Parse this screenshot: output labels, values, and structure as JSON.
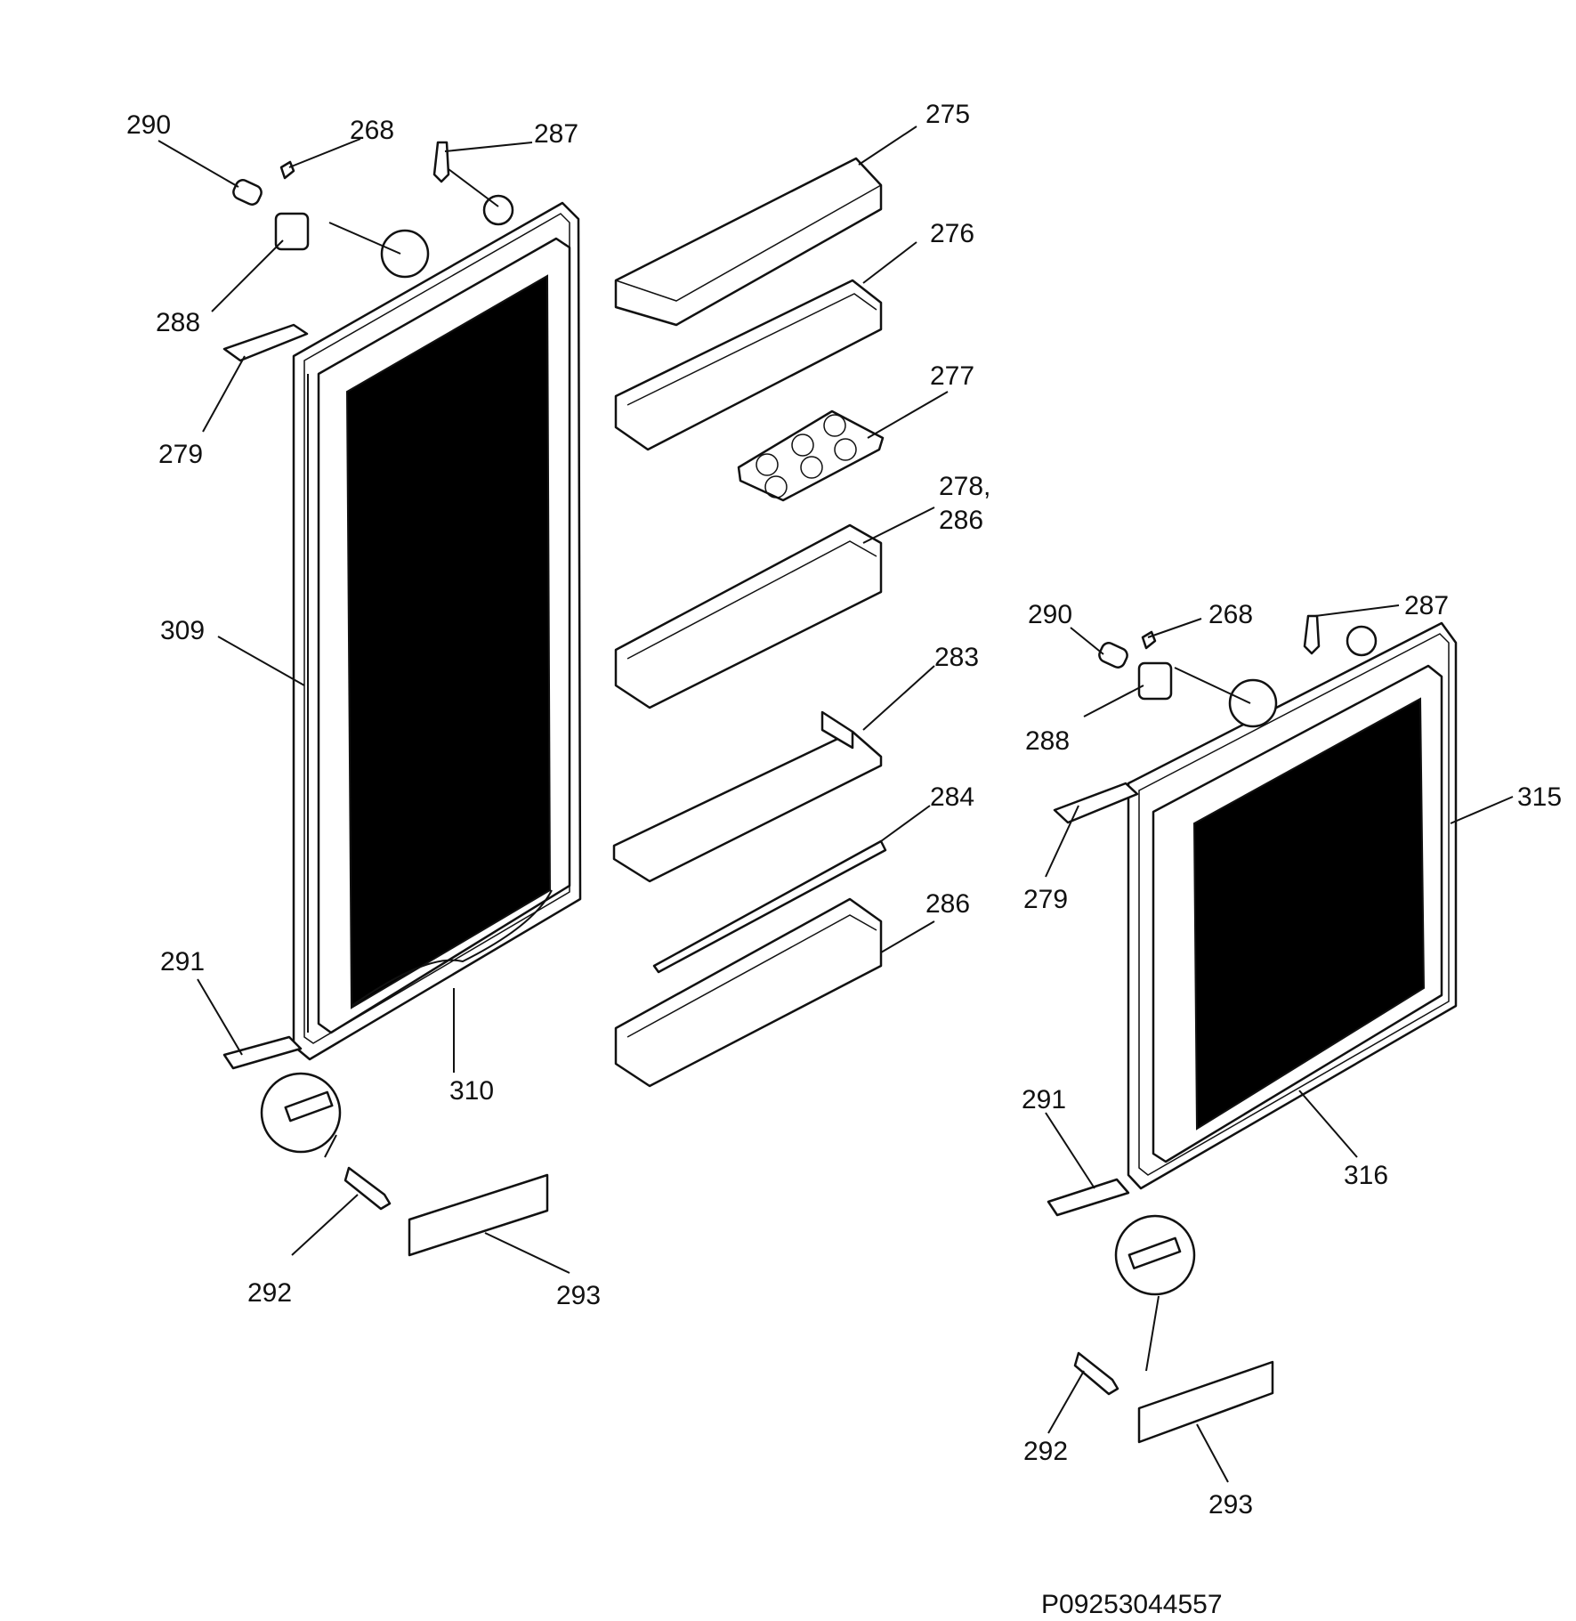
{
  "labels": {
    "l290": "290",
    "l268": "268",
    "l287": "287",
    "l288": "288",
    "l279": "279",
    "l309": "309",
    "l291": "291",
    "l310": "310",
    "l292": "292",
    "l293": "293",
    "l275": "275",
    "l276": "276",
    "l277": "277",
    "l278a": "278,",
    "l278b": "286",
    "l283": "283",
    "l284": "284",
    "l286": "286",
    "r290": "290",
    "r268": "268",
    "r287": "287",
    "r288": "288",
    "r279": "279",
    "r315": "315",
    "r291": "291",
    "r316": "316",
    "r292": "292",
    "r293": "293"
  },
  "footer_code": "P09253044557"
}
